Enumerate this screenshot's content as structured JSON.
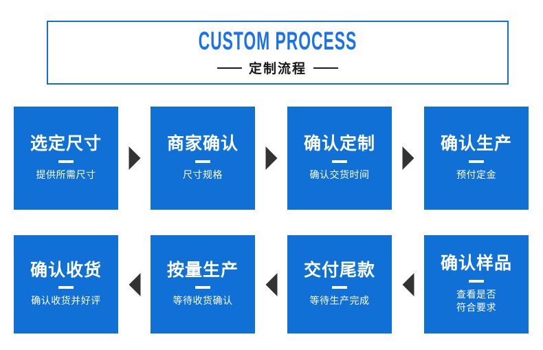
{
  "header": {
    "title": "CUSTOM PROCESS",
    "subtitle": "定制流程",
    "rule_left": "",
    "rule_right": "",
    "border_color": "#0f6fd6",
    "title_color": "#1a73e8",
    "subtitle_color": "#161616"
  },
  "theme": {
    "box_blue": "#1070d6",
    "arrow_dark": "#333333",
    "text_white": "#ffffff",
    "background": "#ffffff"
  },
  "process": {
    "row1_direction": "left-to-right",
    "row2_direction": "right-to-left",
    "row1": [
      {
        "title": "选定尺寸",
        "sub": "提供所需尺寸"
      },
      {
        "title": "商家确认",
        "sub": "尺寸规格"
      },
      {
        "title": "确认定制",
        "sub": "确认交货时间"
      },
      {
        "title": "确认生产",
        "sub": "预付定金"
      }
    ],
    "row2": [
      {
        "title": "确认收货",
        "sub": "确认收货并好评"
      },
      {
        "title": "按量生产",
        "sub": "等待收货确认"
      },
      {
        "title": "交付尾款",
        "sub": "等待生产完成"
      },
      {
        "title": "确认样品",
        "sub": "查看是否\n符合要求"
      }
    ],
    "arrows": {
      "right": "arrow-right-icon",
      "left": "arrow-left-icon",
      "down": "arrow-down-icon"
    }
  }
}
